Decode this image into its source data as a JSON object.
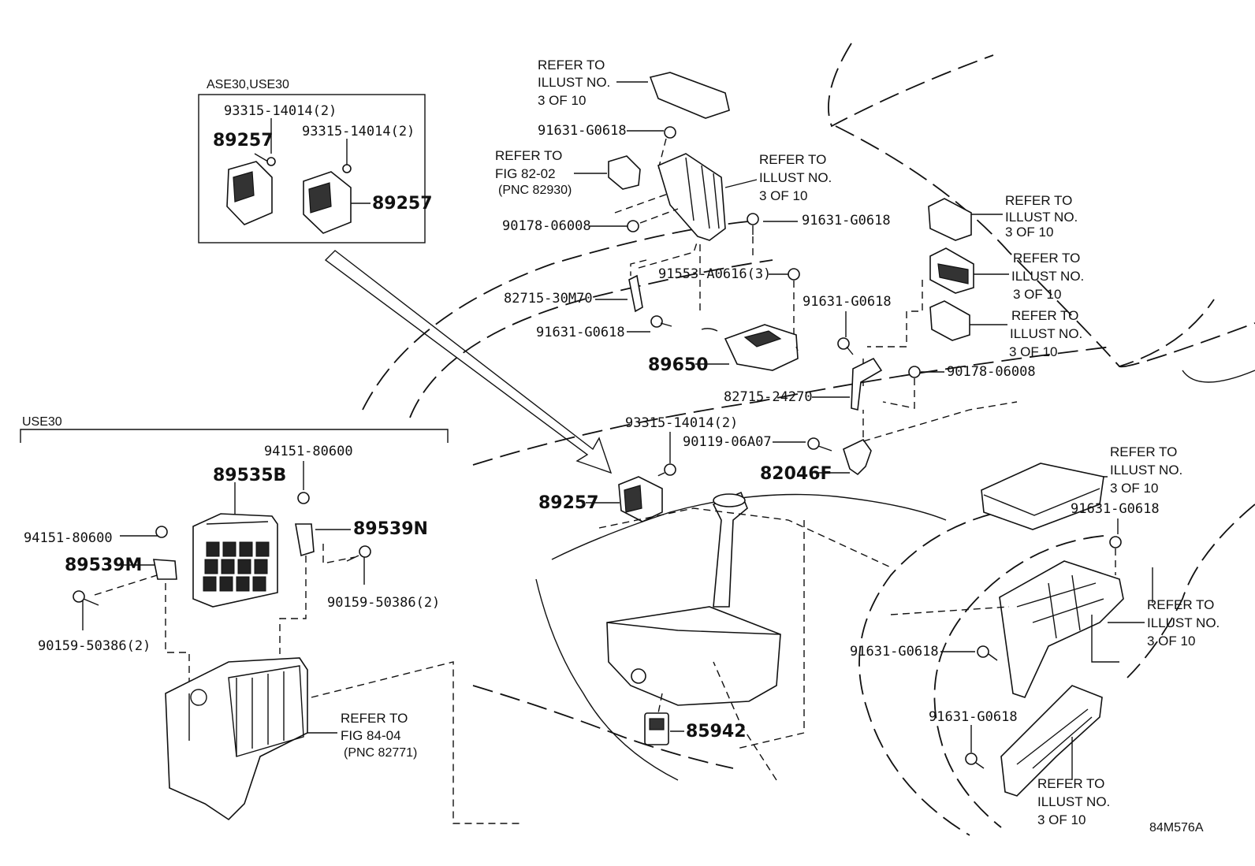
{
  "diagram": {
    "inset_ase30": {
      "title": "ASE30,USE30",
      "bolt_a": "93315-14014(2)",
      "bolt_b": "93315-14014(2)",
      "part_left": "89257",
      "part_right": "89257"
    },
    "inset_use30": {
      "title": "USE30",
      "nut_top": "94151-80600",
      "ecu": "89535B",
      "nut_left": "94151-80600",
      "bracket_right": "89539N",
      "bracket_left": "89539M",
      "bolt_right": "90159-50386(2)",
      "bolt_left": "90159-50386(2)",
      "refer_box": [
        "REFER TO",
        "FIG 84-04",
        "(PNC 82771)"
      ]
    },
    "callouts": {
      "refer_top": [
        "REFER TO",
        "ILLUST NO.",
        "3 OF 10"
      ],
      "bolt_top": "91631-G0618",
      "refer_fig": [
        "REFER TO",
        "FIG 82-02",
        "(PNC 82930)"
      ],
      "refer_mid": [
        "REFER TO",
        "ILLUST NO.",
        "3 OF 10"
      ],
      "bolt_mid": "91631-G0618",
      "nut_upper": "90178-06008",
      "refer_r1": [
        "REFER TO",
        "ILLUST NO.",
        "3 OF 10"
      ],
      "refer_r2": [
        "REFER TO",
        "ILLUST NO.",
        "3 OF 10"
      ],
      "refer_r3": [
        "REFER TO",
        "ILLUST NO.",
        "3 OF 10"
      ],
      "bracket_70": "82715-30M70",
      "screw_3": "91553-A0616(3)",
      "bolt_left": "91631-G0618",
      "bolt_right_mid": "91631-G0618",
      "ecu_main": "89650",
      "nut_right": "90178-06008",
      "bracket_270": "82715-24270",
      "bolt_93315": "93315-14014(2)",
      "bolt_90119": "90119-06A07",
      "part_89257": "89257",
      "bracket_82046": "82046F",
      "refer_fuse": [
        "REFER TO",
        "ILLUST NO.",
        "3 OF 10"
      ],
      "bolt_fuse": "91631-G0618",
      "refer_fuse_side": [
        "REFER TO",
        "ILLUST NO.",
        "3 OF 10"
      ],
      "bolt_low1": "91631-G0618",
      "bolt_low2": "91631-G0618",
      "refer_bottom": [
        "REFER TO",
        "ILLUST NO.",
        "3 OF 10"
      ],
      "sensor": "85942"
    },
    "figure_code": "84M576A"
  }
}
